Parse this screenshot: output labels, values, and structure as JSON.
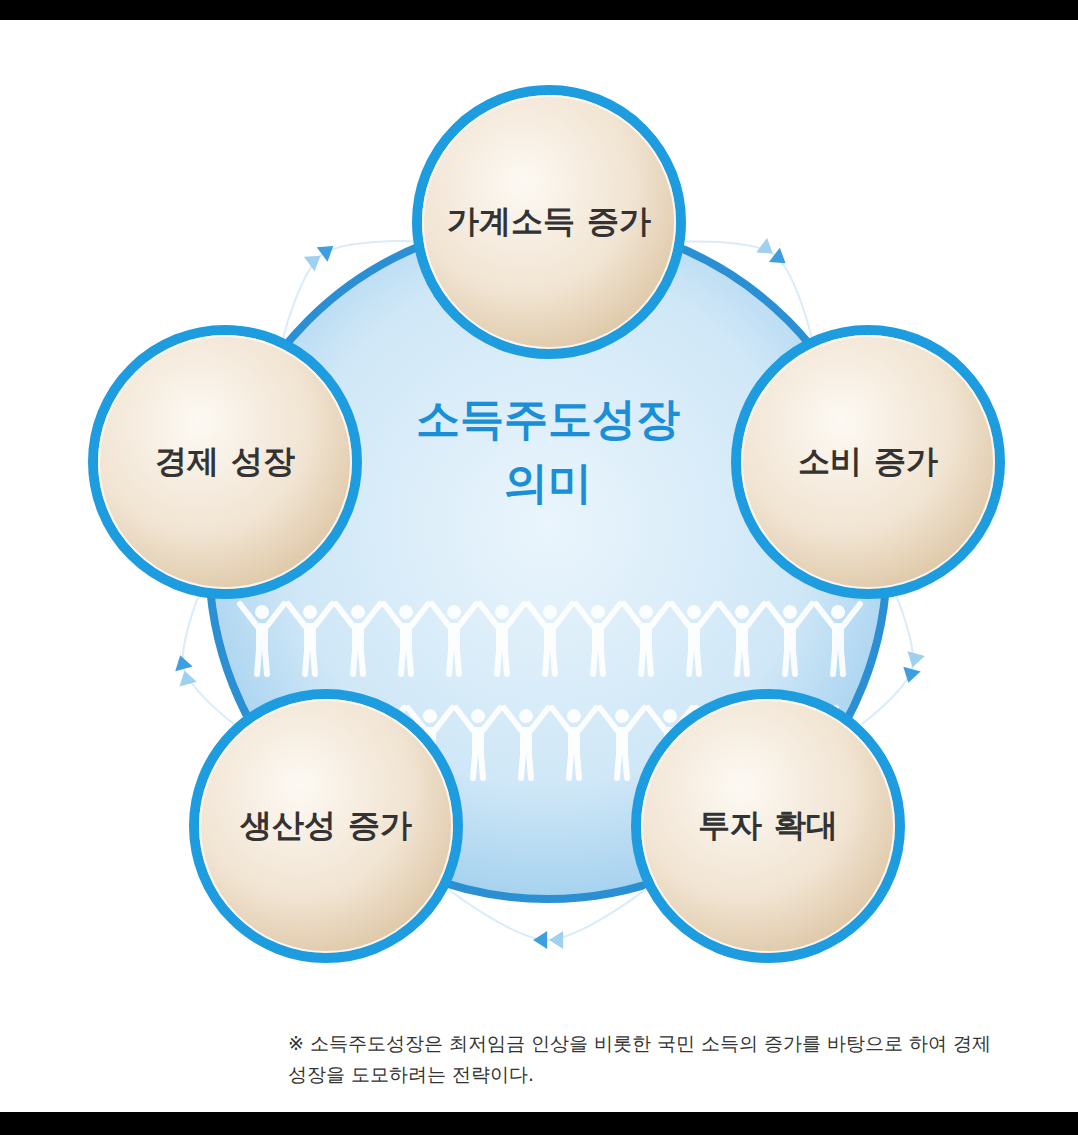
{
  "diagram": {
    "caption": "※ 소득주도성장은 최저임금 인상을 비롯한 국민 소득의 증가를 바탕으로 하여 경제성장을 도모하려는 전략이다.",
    "nodes": [
      {
        "text": [
          "가계소득 증가"
        ]
      },
      {
        "text": [
          "경제 성장"
        ]
      },
      {
        "text": [
          "소득주도성장 의미"
        ]
      },
      {
        "text": [
          "소비 증가"
        ]
      },
      {
        "text": [
          "생산성 증가"
        ]
      },
      {
        "text": [
          "투자 확대"
        ]
      }
    ],
    "edges": [
      {
        "from": 0,
        "to": 3,
        "arrow": "to"
      },
      {
        "from": 3,
        "to": 5,
        "arrow": "to"
      },
      {
        "from": 5,
        "to": 4,
        "arrow": "to"
      },
      {
        "from": 4,
        "to": 1,
        "arrow": "to"
      },
      {
        "from": 1,
        "to": 0,
        "arrow": "to"
      }
    ]
  }
}
